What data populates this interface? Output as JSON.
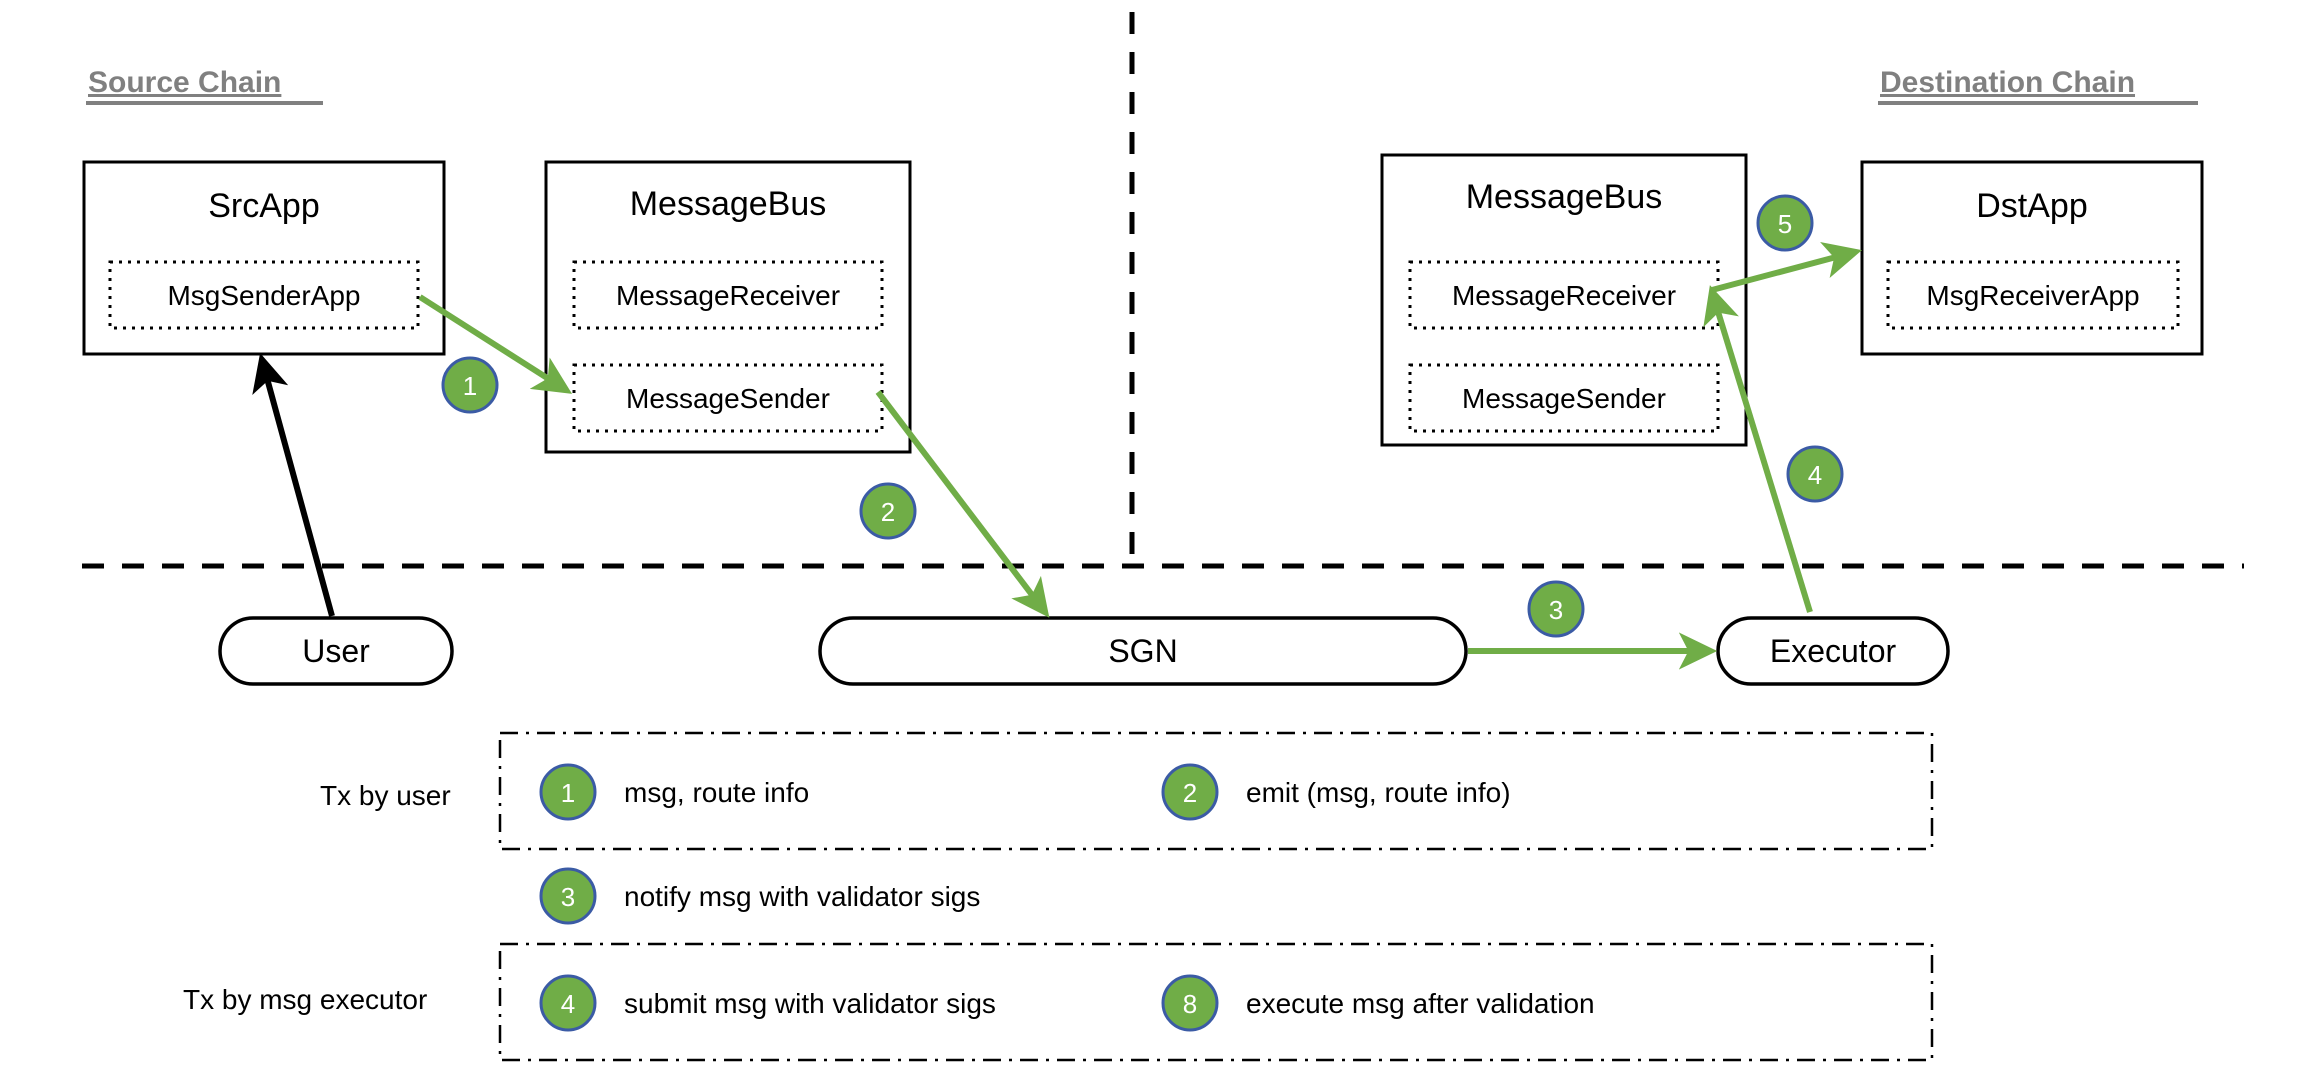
{
  "diagram": {
    "title_source": "Source Chain",
    "title_destination": "Destination Chain",
    "colors": {
      "step_fill": "#70AD47",
      "step_stroke": "#3B5BA5",
      "arrow_green": "#70AD47",
      "arrow_black": "#000000",
      "chain_title": "#808080"
    },
    "source_chain": {
      "src_app": {
        "title": "SrcApp",
        "inner": [
          "MsgSenderApp"
        ]
      },
      "message_bus": {
        "title": "MessageBus",
        "inner": [
          "MessageReceiver",
          "MessageSender"
        ]
      }
    },
    "destination_chain": {
      "message_bus": {
        "title": "MessageBus",
        "inner": [
          "MessageReceiver",
          "MessageSender"
        ]
      },
      "dst_app": {
        "title": "DstApp",
        "inner": [
          "MsgReceiverApp"
        ]
      }
    },
    "offchain_nodes": [
      {
        "id": "user",
        "label": "User"
      },
      {
        "id": "sgn",
        "label": "SGN"
      },
      {
        "id": "executor",
        "label": "Executor"
      }
    ],
    "flow_steps": [
      {
        "num": "1",
        "from": "MsgSenderApp",
        "to": "MessageSender"
      },
      {
        "num": "2",
        "from": "MessageSender",
        "to": "SGN"
      },
      {
        "num": "3",
        "from": "SGN",
        "to": "Executor"
      },
      {
        "num": "4",
        "from": "Executor",
        "to": "MessageReceiver"
      },
      {
        "num": "5",
        "from": "MessageReceiver",
        "to": "MsgReceiverApp"
      }
    ],
    "legend": {
      "row1_label": "Tx by user",
      "row1_items": [
        {
          "num": "1",
          "text": "msg, route info"
        },
        {
          "num": "2",
          "text": "emit (msg, route info)"
        }
      ],
      "row2_items": [
        {
          "num": "3",
          "text": "notify msg with validator sigs"
        }
      ],
      "row3_label": "Tx by msg executor",
      "row3_items": [
        {
          "num": "4",
          "text": "submit msg with validator sigs"
        },
        {
          "num": "8",
          "text": "execute msg after validation"
        }
      ]
    }
  }
}
